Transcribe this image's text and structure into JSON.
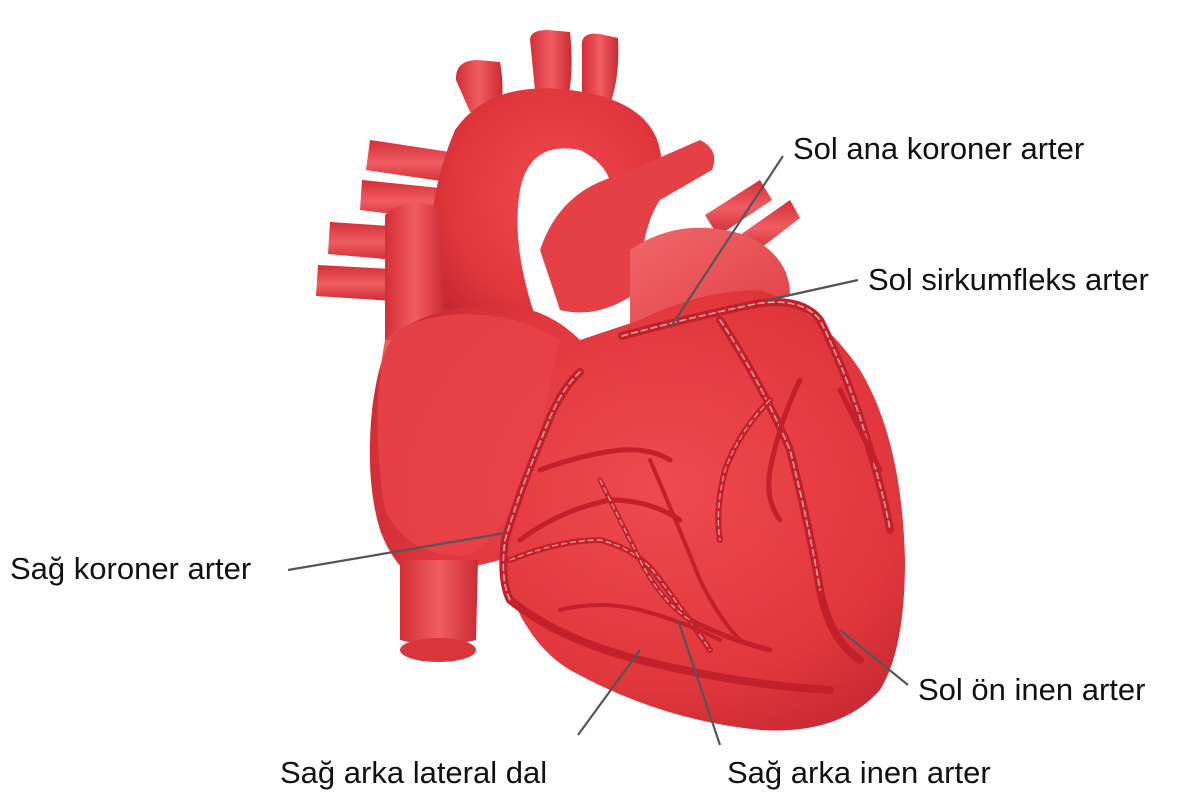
{
  "labels": {
    "left_main": "Sol ana koroner arter",
    "circumflex": "Sol sirkumfleks arter",
    "right_coronary": "Sağ koroner arter",
    "lad": "Sol ön inen arter",
    "right_posterolateral": "Sağ arka lateral dal",
    "posterior_descending": "Sağ arka inen arter"
  },
  "colors": {
    "heart": "#e0363c",
    "heart_dark": "#b51f2a",
    "heart_light": "#f0656a",
    "artery": "#c3202c",
    "artery_outline": "#f2b0a8",
    "leader": "#555555"
  }
}
